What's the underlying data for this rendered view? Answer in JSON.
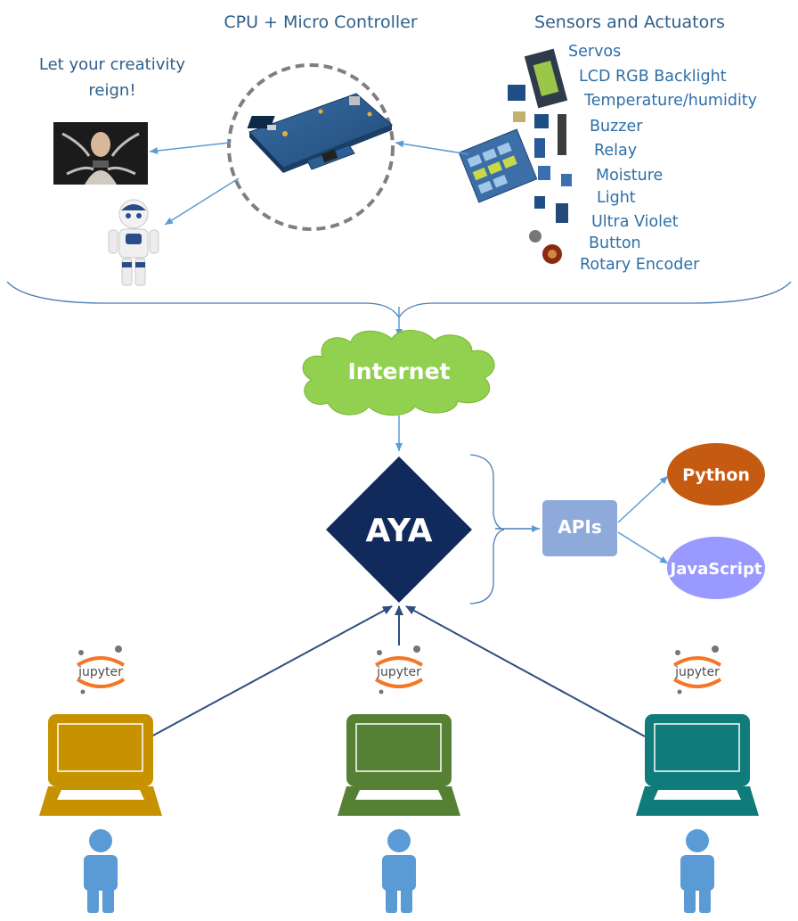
{
  "top": {
    "cpu_label": "CPU + Micro Controller",
    "sensors_heading": "Sensors and Actuators",
    "creativity_line1": "Let your creativity",
    "creativity_line2": "reign!",
    "sensor_items": [
      "Servos",
      "LCD RGB Backlight",
      "Temperature/humidity",
      "Buzzer",
      "Relay",
      "Moisture",
      "Light",
      "Ultra Violet",
      "Button",
      "Rotary Encoder"
    ]
  },
  "internet": {
    "label": "Internet"
  },
  "hub": {
    "label": "AYA"
  },
  "apis": {
    "label": "APIs",
    "languages": [
      "Python",
      "JavaScript"
    ]
  },
  "clients": {
    "jupyter_label": "jupyter",
    "laptop_colors": [
      "#c69200",
      "#568135",
      "#0f7b7b"
    ]
  },
  "colors": {
    "arrow": "#5b9bd5",
    "hub": "#0f2a5b",
    "cloud": "#92d050",
    "apis": "#8eaadb",
    "python": "#c55a11",
    "javascript": "#9999ff",
    "person": "#5b9bd5"
  }
}
